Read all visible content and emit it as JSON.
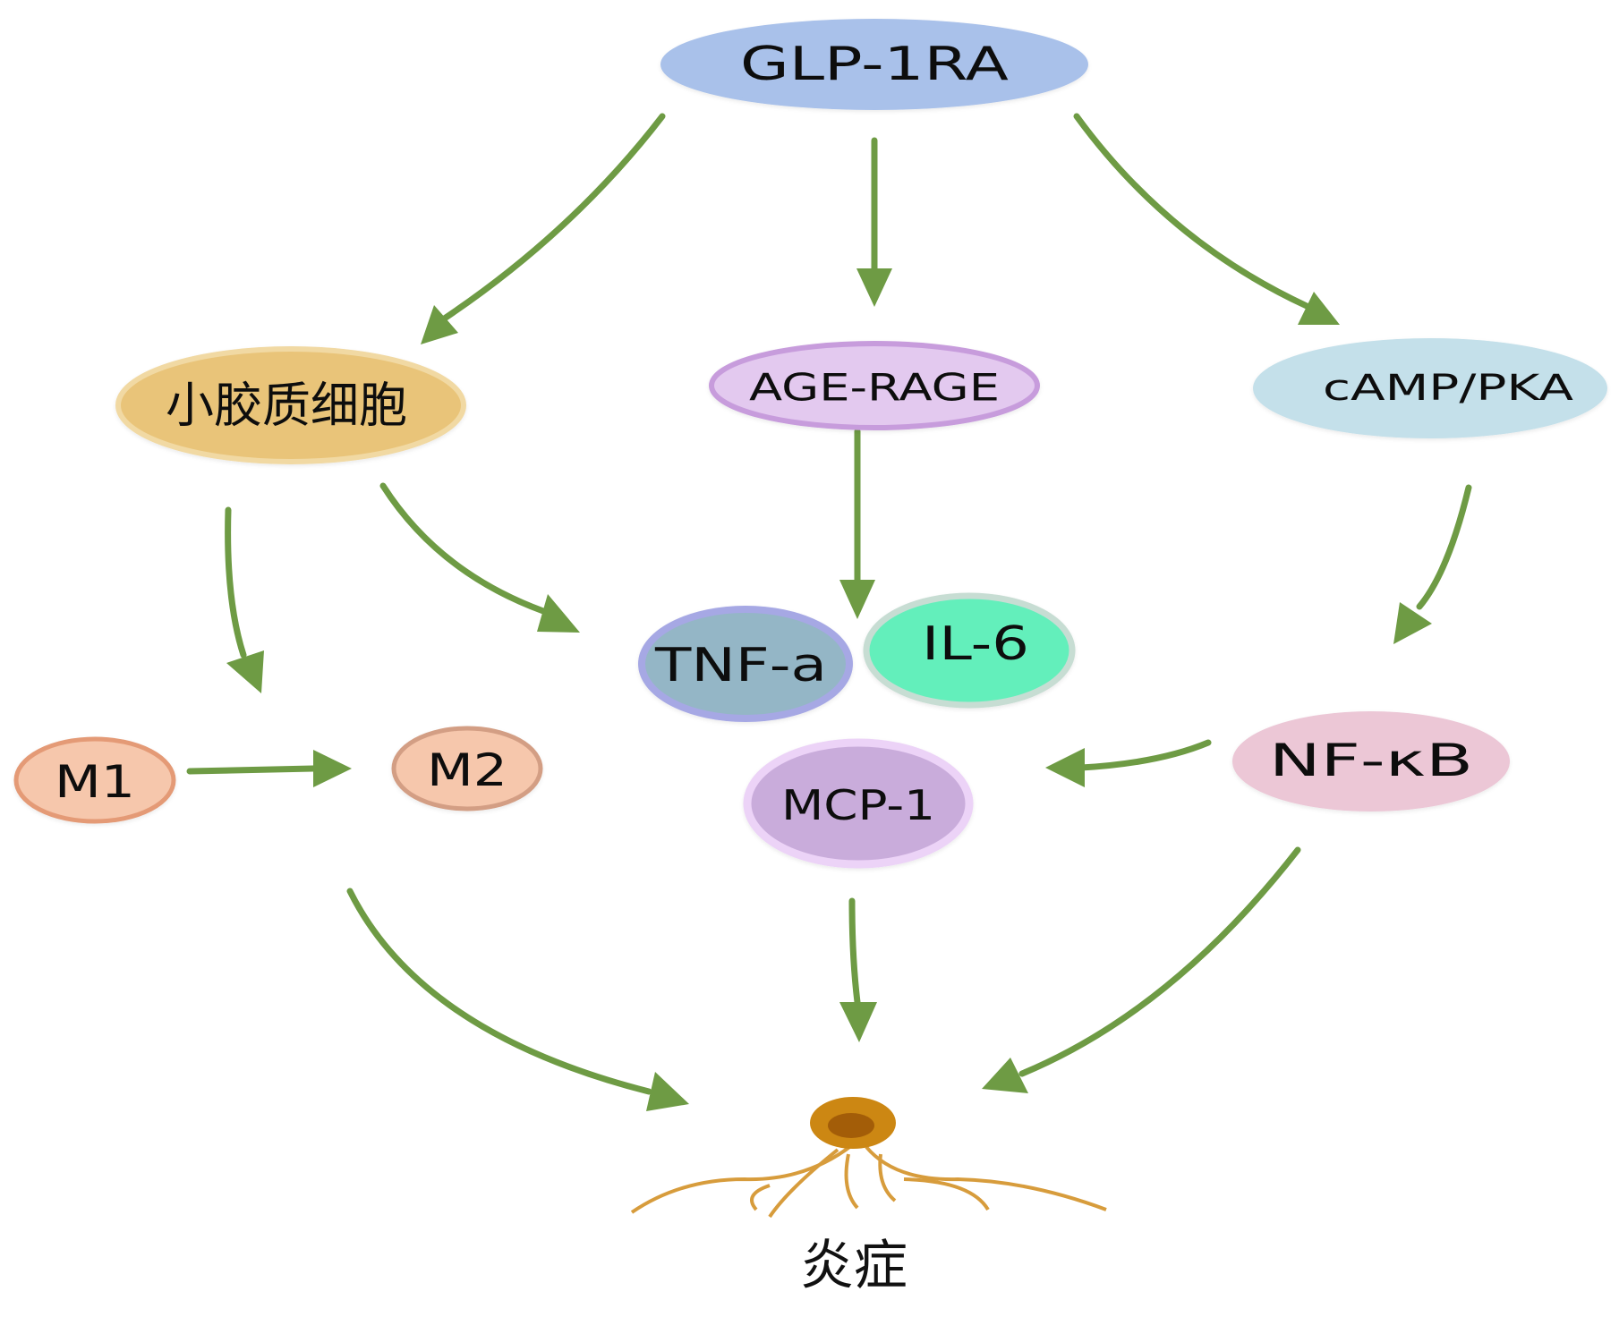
{
  "diagram": {
    "arrow_color": "#6e9b44",
    "nodes": {
      "glp1ra": {
        "label": "GLP-1RA",
        "fill": "#a9c1ea",
        "stroke": "#a9c1ea"
      },
      "microglia": {
        "label": "小胶质细胞",
        "fill": "#e9c479",
        "stroke": "#f1d9a3"
      },
      "age_rage": {
        "label": "AGE-RAGE",
        "fill": "#e3c9ef",
        "stroke": "#c79cdc"
      },
      "camp_pka": {
        "label": "cAMP/PKA",
        "fill": "#c4e0ea",
        "stroke": "#c4e0ea"
      },
      "tnf_a": {
        "label": "TNF-a",
        "fill": "#94b6c6",
        "stroke": "#a6a8e4"
      },
      "il6": {
        "label": "IL-6",
        "fill": "#63efbb",
        "stroke": "#c7ddd3"
      },
      "m1": {
        "label": "M1",
        "fill": "#f6c7ac",
        "stroke": "#e49a76"
      },
      "m2": {
        "label": "M2",
        "fill": "#f6c7ac",
        "stroke": "#d39e84"
      },
      "mcp1": {
        "label": "MCP-1",
        "fill": "#c9acdb",
        "stroke": "#ecd3f7"
      },
      "nfkb": {
        "label": "NF-κB",
        "fill": "#ecc7d6",
        "stroke": "#ecc7d6"
      }
    },
    "inflammation": {
      "label": "炎症",
      "icon": "neuron-cell-icon",
      "body_color": "#cc8713",
      "nucleus_color": "#a35d08",
      "dendrite_color": "#d79c3c"
    }
  }
}
